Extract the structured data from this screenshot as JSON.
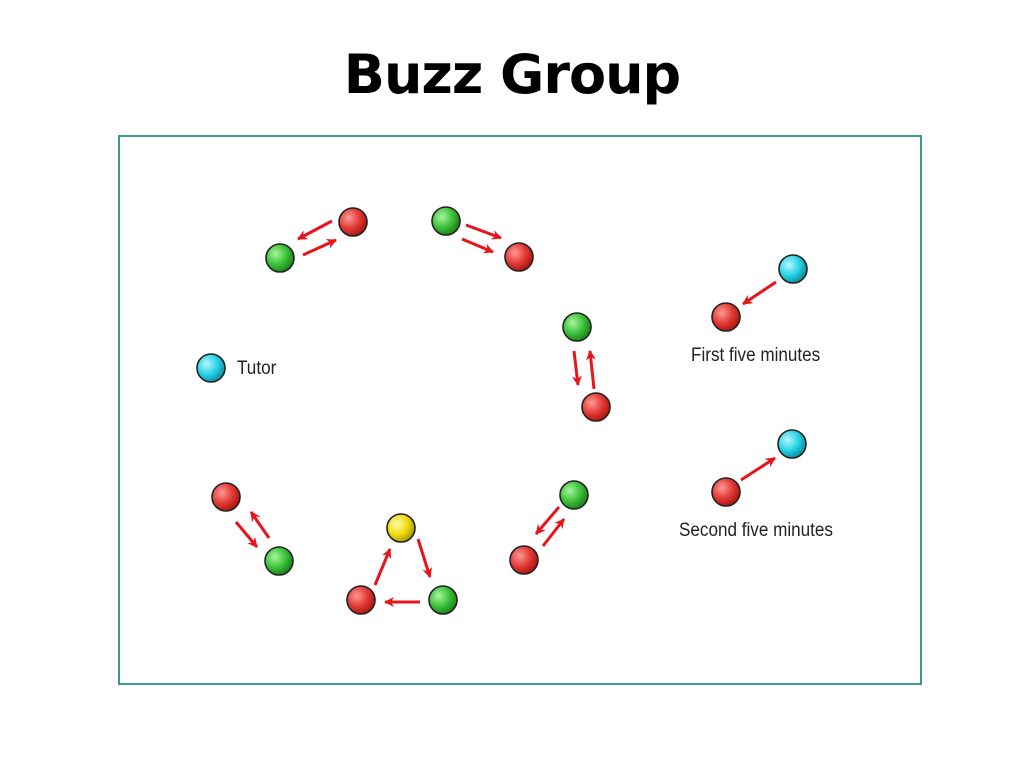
{
  "slide": {
    "title": "Buzz Group"
  },
  "diagram": {
    "labels": {
      "tutor": "Tutor",
      "first": "First five minutes",
      "second": "Second five minutes"
    },
    "colors": {
      "frame": "#3b9a90",
      "arrow": "#e8141c",
      "red": "#e23a36",
      "green": "#3cc23a",
      "yellow": "#f2dc0a",
      "cyan": "#27d3e6"
    }
  }
}
